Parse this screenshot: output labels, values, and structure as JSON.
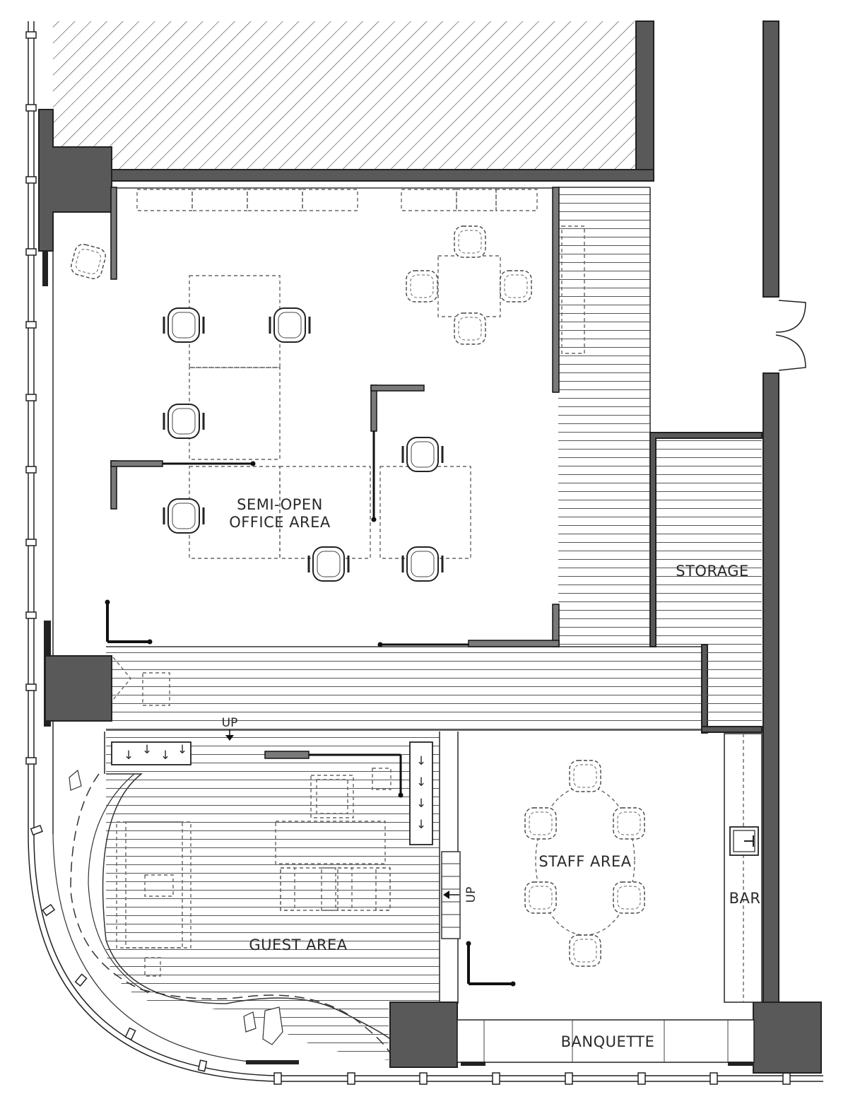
{
  "rooms": {
    "office": {
      "label_line1": "SEMI-OPEN",
      "label_line2": "OFFICE AREA"
    },
    "storage": {
      "label": "STORAGE"
    },
    "staff": {
      "label": "STAFF AREA"
    },
    "bar": {
      "label": "BAR"
    },
    "guest": {
      "label": "GUEST AREA"
    },
    "banquette": {
      "label": "BANQUETTE"
    }
  },
  "stairs": {
    "up_label_1": "UP",
    "up_label_2": "UP"
  },
  "colors": {
    "wall": "#595959",
    "background": "#ffffff",
    "line": "#333333"
  }
}
